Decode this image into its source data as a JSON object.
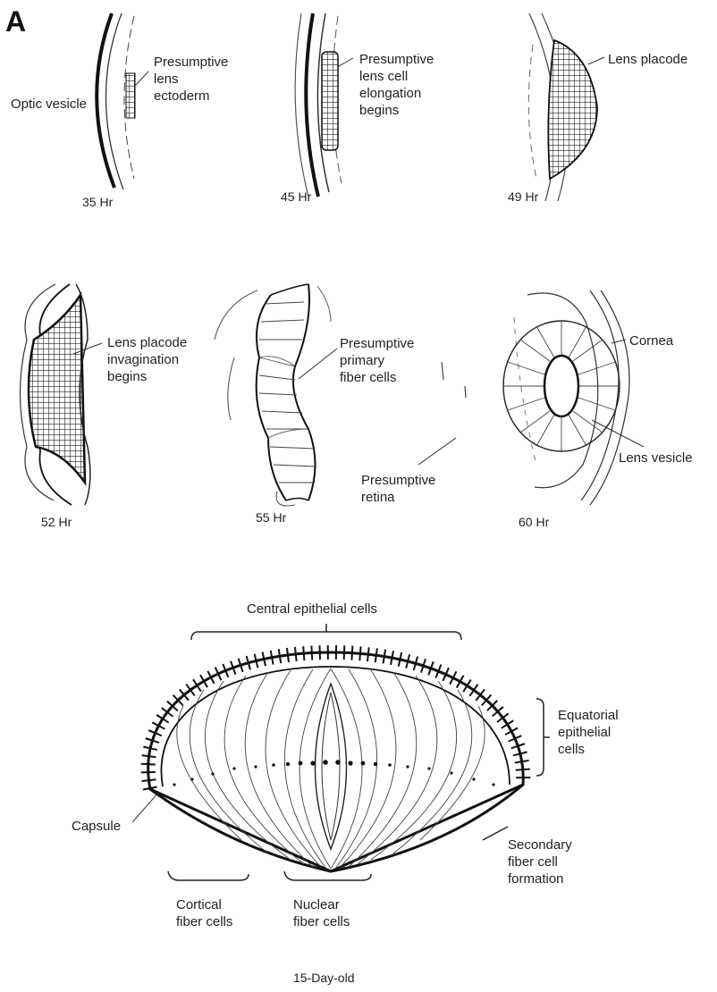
{
  "panel_letter": "A",
  "stages": [
    {
      "time": "35 Hr",
      "labels": [
        "Optic vesicle",
        "Presumptive\nlens\nectoderm"
      ]
    },
    {
      "time": "45 Hr",
      "labels": [
        "Presumptive\nlens cell\nelongation\nbegins"
      ]
    },
    {
      "time": "49 Hr",
      "labels": [
        "Lens placode"
      ]
    },
    {
      "time": "52 Hr",
      "labels": [
        "Lens placode\ninvagination\nbegins"
      ]
    },
    {
      "time": "55 Hr",
      "labels": [
        "Presumptive\nprimary\nfiber cells",
        "Presumptive\nretina"
      ]
    },
    {
      "time": "60 Hr",
      "labels": [
        "Cornea",
        "Lens vesicle"
      ]
    }
  ],
  "lens_diagram": {
    "caption": "15-Day-old",
    "labels": {
      "central": "Central epithelial cells",
      "equatorial": "Equatorial\nepithelial\ncells",
      "capsule": "Capsule",
      "secondary": "Secondary\nfiber cell\nformation",
      "cortical": "Cortical\nfiber cells",
      "nuclear": "Nuclear\nfiber cells"
    }
  }
}
